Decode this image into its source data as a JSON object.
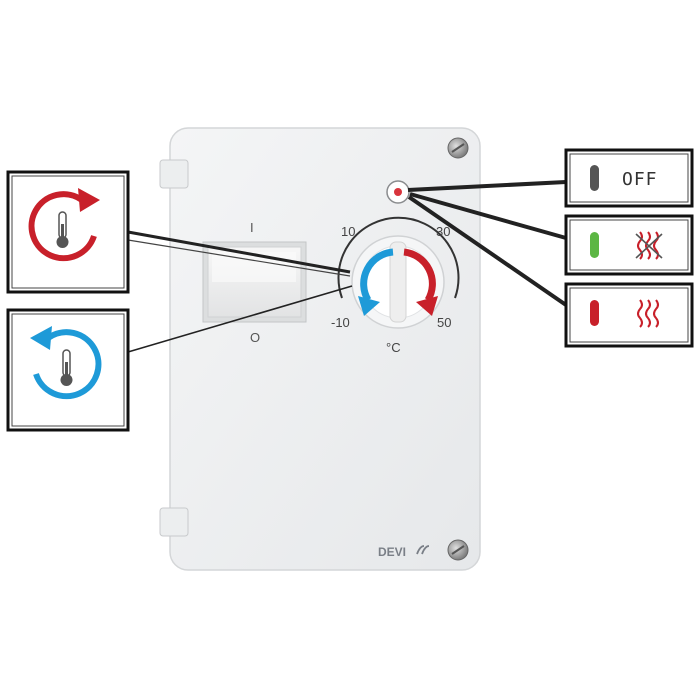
{
  "device": {
    "brand": "DEVI",
    "switch": {
      "on_label": "I",
      "off_label": "O"
    },
    "dial": {
      "scale_labels": [
        "10",
        "30",
        "-10",
        "50"
      ],
      "unit": "°C"
    }
  },
  "callouts": {
    "increase": {
      "icon": "thermometer-clockwise-arrow-icon",
      "color": "#c8202a"
    },
    "decrease": {
      "icon": "thermometer-counterclockwise-arrow-icon",
      "color": "#1e9ad8"
    }
  },
  "status_legend": [
    {
      "indicator_color": "#555555",
      "text": "OFF",
      "icon": ""
    },
    {
      "indicator_color": "#5cb644",
      "text": "",
      "icon": "heating-off-crossed-waves-icon"
    },
    {
      "indicator_color": "#c8202a",
      "text": "",
      "icon": "heating-on-waves-icon"
    }
  ]
}
